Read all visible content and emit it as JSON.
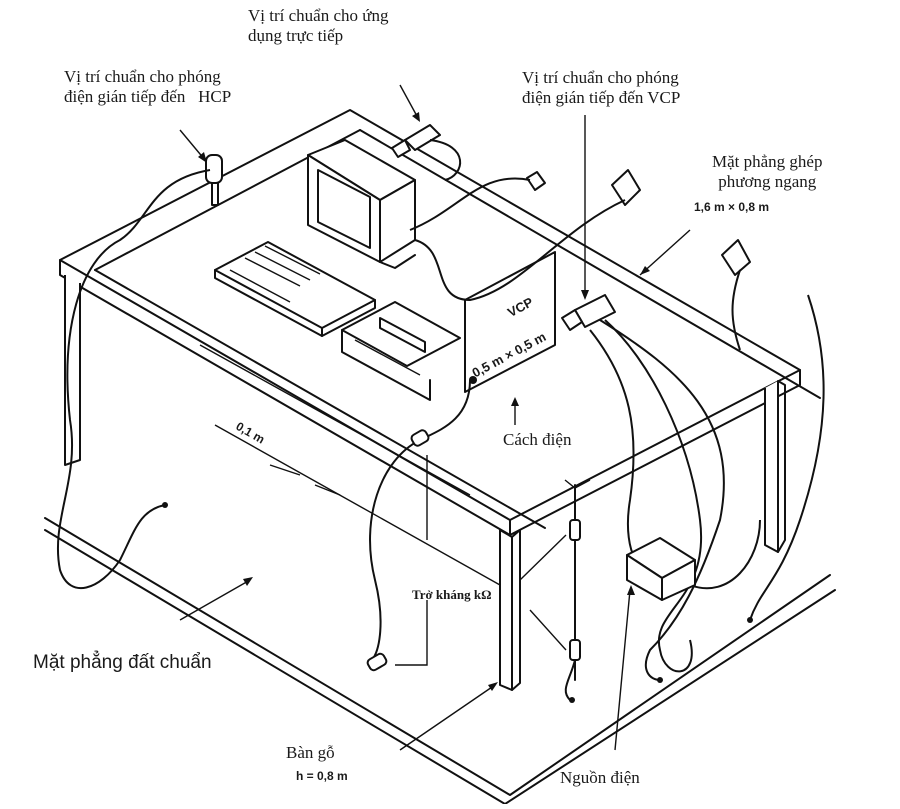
{
  "diagram": {
    "title": "ESD test setup – table-top equipment",
    "colors": {
      "line": "#111111",
      "background": "#ffffff",
      "text": "#1a1a1a"
    },
    "labels": {
      "direct_application": [
        "Vị trí chuẩn cho ứng",
        "dụng trực tiếp"
      ],
      "hcp_indirect": [
        "Vị trí chuẩn cho phóng",
        "điện gián tiếp đến"
      ],
      "hcp": "HCP",
      "vcp_indirect": [
        "Vị trí chuẩn cho phóng",
        "điện gián tiếp đến  VCP"
      ],
      "horizontal_coupling_plane": [
        "Mặt phẳng ghép",
        "phương ngang"
      ],
      "hcp_size": "1,6 m × 0,8 m",
      "vcp": "VCP",
      "vcp_size": "0,5 m × 0,5 m",
      "spacing": "0,1 m",
      "insulation": "Cách điện",
      "resistance": "Trở kháng kΩ",
      "ground_reference_plane": "Mặt phẳng đất chuẩn",
      "wooden_table": "Bàn gỗ",
      "table_height": "h = 0,8 m",
      "power_source": "Nguồn điện"
    }
  }
}
